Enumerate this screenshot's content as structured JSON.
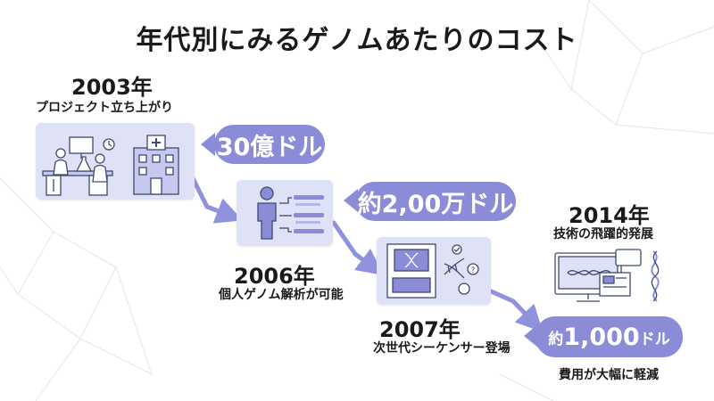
{
  "title": "年代別にみるゲノムあたりのコスト",
  "milestones": [
    {
      "year": "2003年",
      "desc": "プロジェクト立ち上がり",
      "cost": "30億ドル",
      "illustration": "lab-hospital-icon"
    },
    {
      "year": "2006年",
      "desc": "個人ゲノム解析が可能",
      "cost": "約2,00万ドル",
      "illustration": "person-data-icon"
    },
    {
      "year": "2007年",
      "desc": "次世代シーケンサー登場",
      "illustration": "sequencer-dna-icon"
    },
    {
      "year": "2014年",
      "desc": "技術の飛躍的発展",
      "illustration": "computer-dna-icon"
    }
  ],
  "final_cost": {
    "prefix": "約",
    "amount": "1,000",
    "unit": "ドル",
    "desc": "費用が大幅に軽減"
  },
  "colors": {
    "accent": "#8a8cd8",
    "card": "#dfe1f7",
    "arrow": "#8f92dc",
    "line_art": "#3f4a6e"
  }
}
